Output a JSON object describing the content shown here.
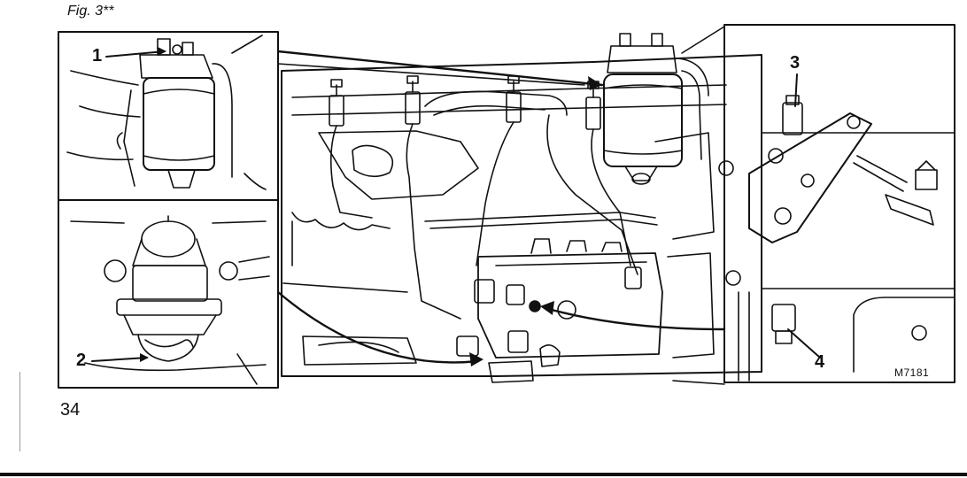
{
  "figure": {
    "label": "Fig. 3**"
  },
  "page": {
    "number": "34"
  },
  "callouts": {
    "c1": "1",
    "c2": "2",
    "c3": "3",
    "c4": "4"
  },
  "reference": {
    "code": "M7181"
  }
}
